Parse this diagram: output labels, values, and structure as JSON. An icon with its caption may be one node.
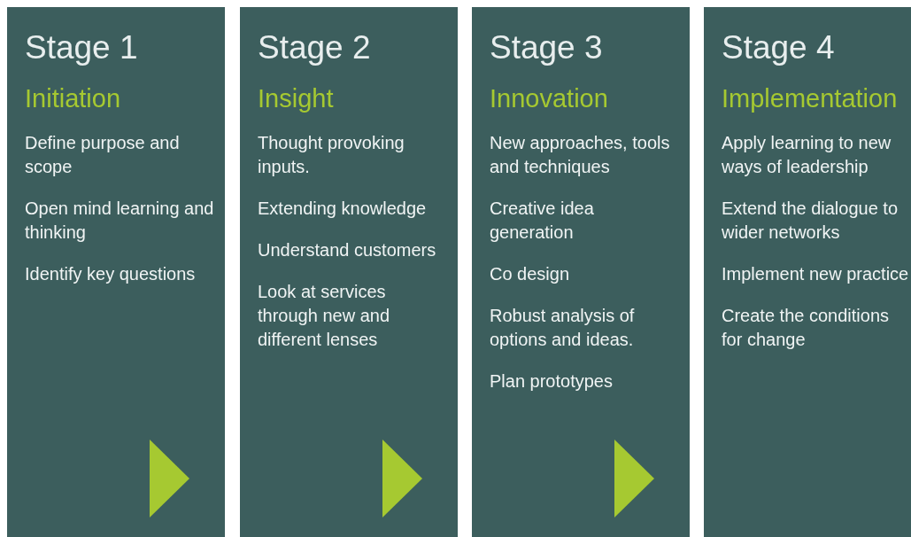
{
  "diagram": {
    "nodes": [
      {
        "text": [
          "Stage 1",
          "Initiation",
          "Define purpose and scope",
          "Open mind learning and thinking",
          "Identify key questions"
        ]
      },
      {
        "text": [
          "Stage 2",
          "Insight",
          "Thought provoking inputs.",
          "Extending knowledge",
          "Understand customers",
          "Look at services through new and different lenses"
        ]
      },
      {
        "text": [
          "Stage 3",
          "Innovation",
          "New approaches, tools and techniques",
          "Creative idea generation",
          "Co design",
          "Robust analysis of options and ideas.",
          "Plan prototypes"
        ]
      },
      {
        "text": [
          "Stage 4",
          "Implementation",
          "Apply learning to new ways of leadership",
          "Extend the dialogue to wider networks",
          "Implement new practice",
          "Create the conditions for change"
        ]
      }
    ]
  }
}
